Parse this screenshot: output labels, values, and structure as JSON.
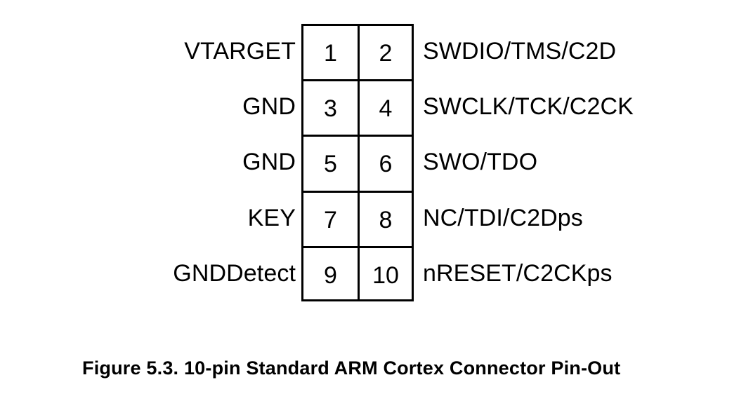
{
  "figure": {
    "caption": "Figure 5.3.  10-pin Standard ARM Cortex Connector Pin-Out",
    "colors": {
      "background": "#ffffff",
      "line": "#000000",
      "text": "#000000"
    },
    "connector": {
      "pin_count": 10,
      "columns": 2,
      "rows": 5,
      "pins": [
        {
          "left_label": "VTARGET",
          "left_pin": "1",
          "right_pin": "2",
          "right_label": "SWDIO/TMS/C2D"
        },
        {
          "left_label": "GND",
          "left_pin": "3",
          "right_pin": "4",
          "right_label": "SWCLK/TCK/C2CK"
        },
        {
          "left_label": "GND",
          "left_pin": "5",
          "right_pin": "6",
          "right_label": "SWO/TDO"
        },
        {
          "left_label": "KEY",
          "left_pin": "7",
          "right_pin": "8",
          "right_label": "NC/TDI/C2Dps"
        },
        {
          "left_label": "GNDDetect",
          "left_pin": "9",
          "right_pin": "10",
          "right_label": "nRESET/C2CKps"
        }
      ]
    }
  }
}
